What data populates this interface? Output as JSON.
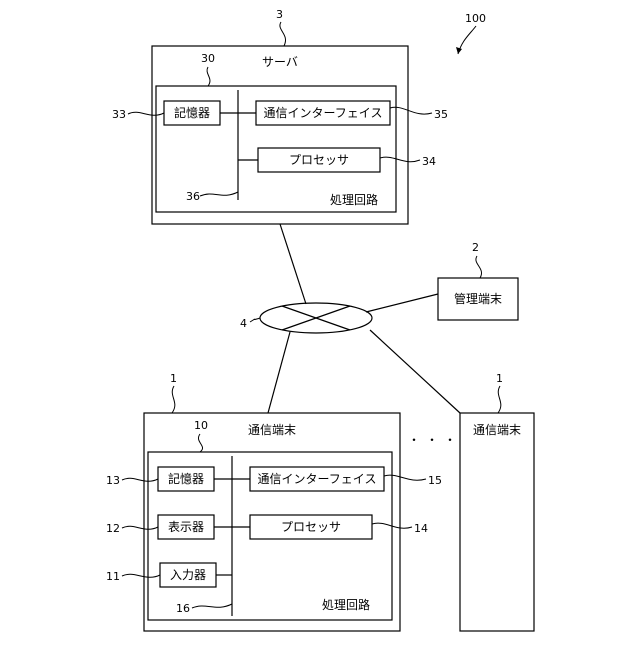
{
  "system": {
    "ref": "100"
  },
  "server": {
    "ref": "3",
    "title": "サーバ",
    "circuit": {
      "ref": "30",
      "label": "処理回路",
      "bus_ref": "36",
      "memory": {
        "ref": "33",
        "label": "記憶器"
      },
      "comm_interface": {
        "ref": "35",
        "label": "通信インターフェイス"
      },
      "processor": {
        "ref": "34",
        "label": "プロセッサ"
      }
    }
  },
  "network": {
    "ref": "4"
  },
  "admin_terminal": {
    "ref": "2",
    "label": "管理端末"
  },
  "terminal_a": {
    "ref": "1",
    "title": "通信端末",
    "circuit": {
      "ref": "10",
      "label": "処理回路",
      "bus_ref": "16",
      "memory": {
        "ref": "13",
        "label": "記憶器"
      },
      "display": {
        "ref": "12",
        "label": "表示器"
      },
      "input": {
        "ref": "11",
        "label": "入力器"
      },
      "comm_interface": {
        "ref": "15",
        "label": "通信インターフェイス"
      },
      "processor": {
        "ref": "14",
        "label": "プロセッサ"
      }
    }
  },
  "terminal_b": {
    "ref": "1",
    "title": "通信端末"
  },
  "ellipsis": "・・・"
}
